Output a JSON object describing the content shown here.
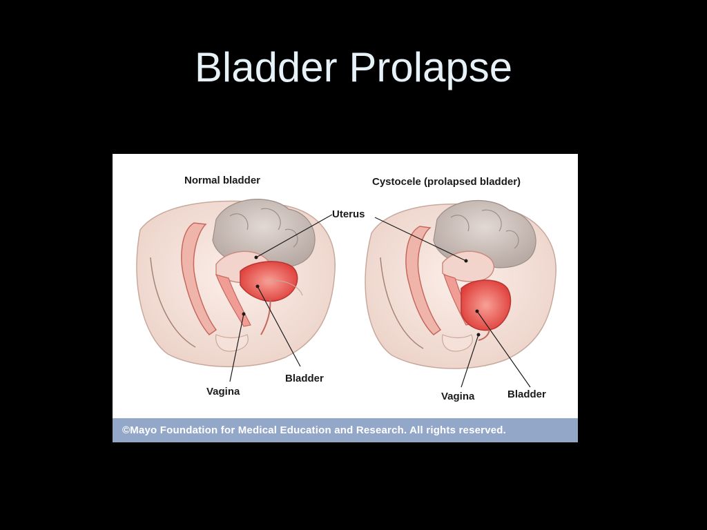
{
  "slide": {
    "title": "Bladder Prolapse"
  },
  "figure": {
    "panels": [
      {
        "heading": "Normal bladder"
      },
      {
        "heading": "Cystocele (prolapsed bladder)"
      }
    ],
    "labels": {
      "uterus": "Uterus",
      "left_vagina": "Vagina",
      "left_bladder": "Bladder",
      "right_vagina": "Vagina",
      "right_bladder": "Bladder"
    },
    "credit": "©Mayo Foundation for Medical Education and Research.  All rights reserved."
  },
  "colors": {
    "background": "#000000",
    "title_text": "#e6f2f8",
    "credit_bar": "#93a7c9",
    "bladder_red": "#e8524f",
    "tissue_pink": "#f2c6bf",
    "intestine_gray": "#c9bdb8"
  }
}
